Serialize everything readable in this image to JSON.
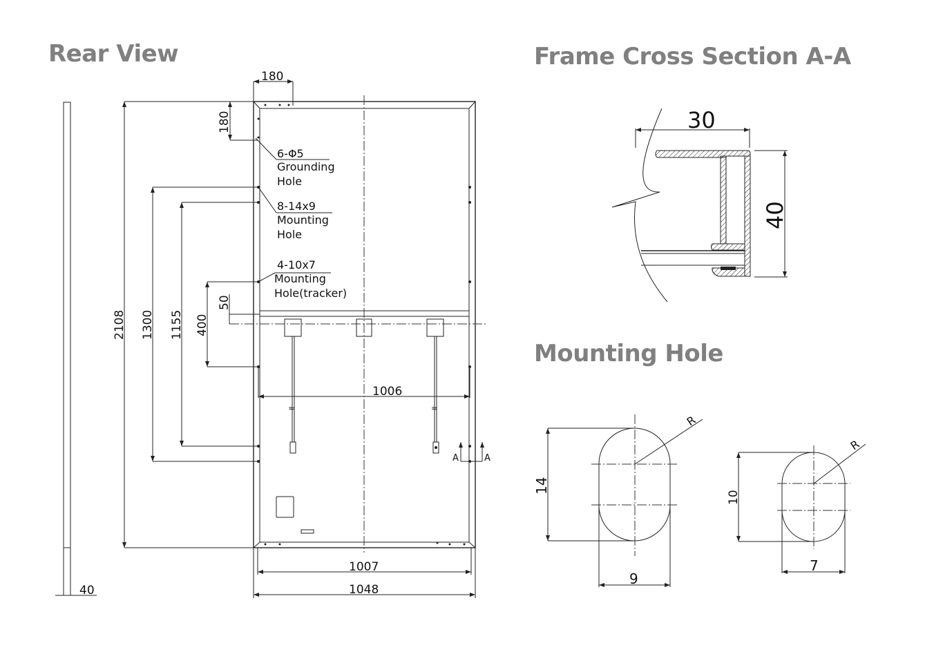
{
  "titles": {
    "rear_view": "Rear View",
    "frame_cross_section": "Frame Cross Section A-A",
    "mounting_hole": "Mounting Hole"
  },
  "rear_view": {
    "dims": {
      "corner_width": "180",
      "corner_height": "180",
      "total_height": "2108",
      "mount_1300": "1300",
      "mount_1155": "1155",
      "tracker_400": "400",
      "offset_50": "50",
      "inner_hole_span": "1006",
      "inner_width": "1007",
      "total_width": "1048",
      "thickness": "40"
    },
    "labels": {
      "grounding_count": "6-Φ5",
      "grounding_l1": "Grounding",
      "grounding_l2": "Hole",
      "mounting_count": "8-14x9",
      "mounting_l1": "Mounting",
      "mounting_l2": "Hole",
      "tracker_count": "4-10x7",
      "tracker_l1": "Mounting",
      "tracker_l2": "Hole(tracker)",
      "section_left": "A",
      "section_right": "A"
    }
  },
  "cross_section": {
    "width": "30",
    "height": "40"
  },
  "mounting_holes": {
    "large": {
      "height": "14",
      "width": "9",
      "radius": "R"
    },
    "small": {
      "height": "10",
      "width": "7",
      "radius": "R"
    }
  }
}
